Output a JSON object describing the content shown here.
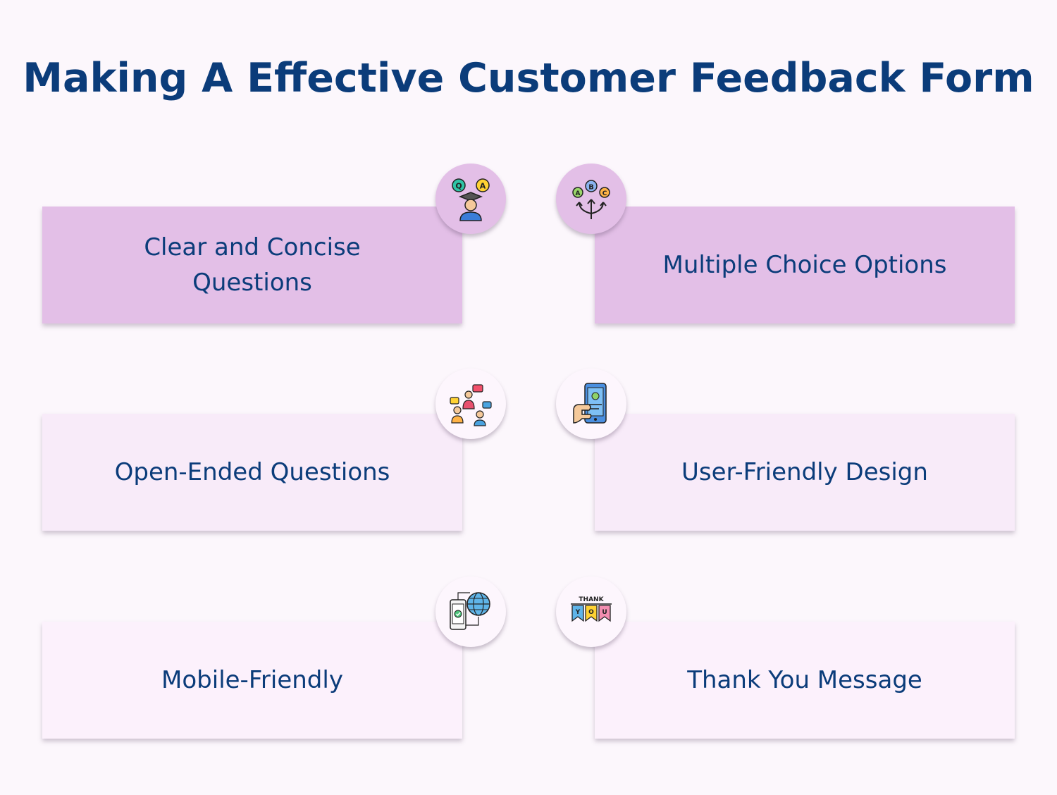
{
  "title": "Making A Effective Customer Feedback Form",
  "items": [
    {
      "label": "Clear and Concise Questions",
      "icon": "qa-student-icon"
    },
    {
      "label": "Multiple Choice Options",
      "icon": "abc-choice-icon"
    },
    {
      "label": "Open-Ended Questions",
      "icon": "discussion-people-icon"
    },
    {
      "label": "User-Friendly Design",
      "icon": "hand-phone-icon"
    },
    {
      "label": "Mobile-Friendly",
      "icon": "phone-globe-icon"
    },
    {
      "label": "Thank You Message",
      "icon": "thank-you-banner-icon"
    }
  ],
  "badge_text": {
    "q": "Q",
    "a": "A",
    "opt_a": "A",
    "opt_b": "B",
    "opt_c": "C",
    "thank": "THANK",
    "y": "Y",
    "o": "O",
    "u": "U"
  },
  "colors": {
    "title": "#0b3c7a",
    "card_row1": "#e3bfe7",
    "card_row2": "#f8ebf9",
    "card_row3": "#fcf1fc",
    "background": "#fcf7fc"
  }
}
